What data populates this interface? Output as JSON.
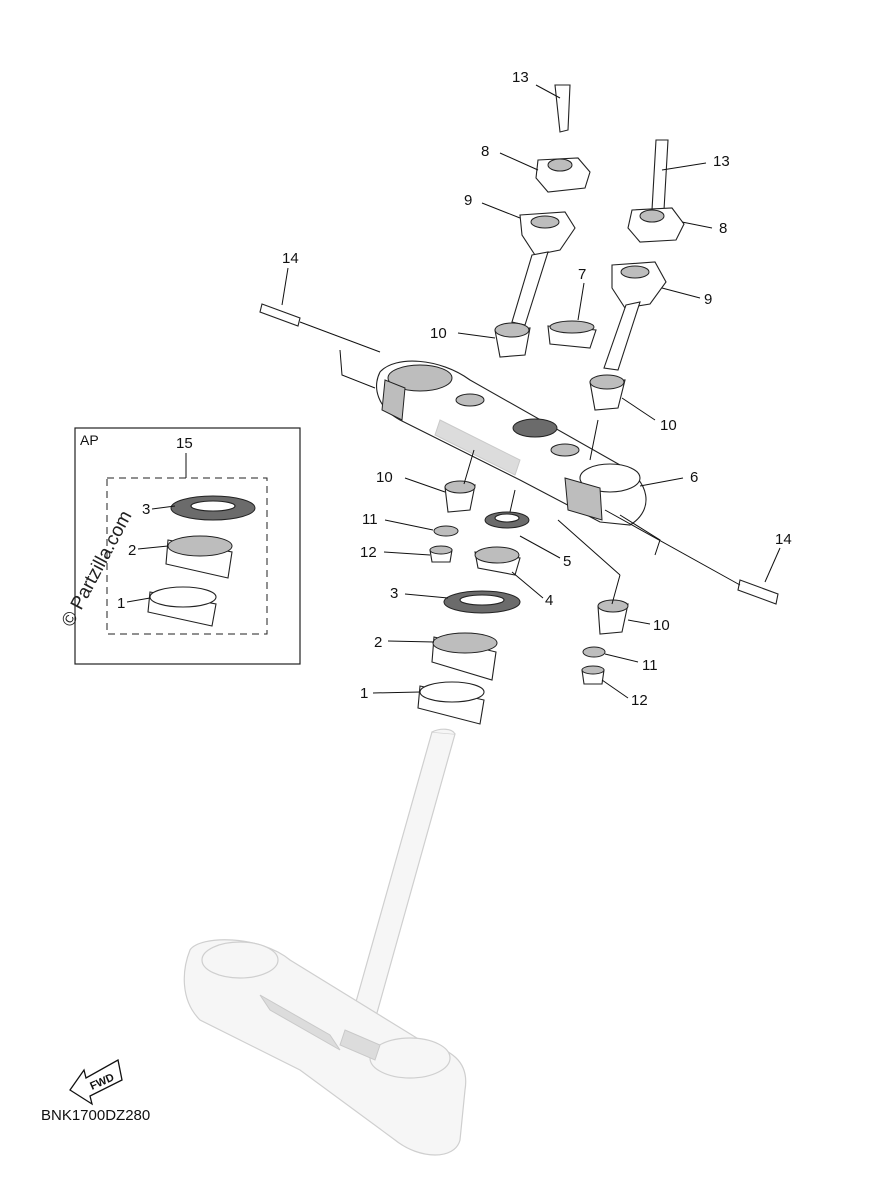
{
  "diagram": {
    "code": "BNK1700DZ280",
    "watermark": "© Partzilla.com",
    "fwd_label": "FWD",
    "inset": {
      "label": "AP",
      "group_callout": "15",
      "callouts": [
        "3",
        "2",
        "1"
      ]
    },
    "callouts": {
      "c13a": "13",
      "c13b": "13",
      "c8a": "8",
      "c8b": "8",
      "c9a": "9",
      "c9b": "9",
      "c14a": "14",
      "c14b": "14",
      "c7": "7",
      "c10a": "10",
      "c10b": "10",
      "c10c": "10",
      "c10d": "10",
      "c6": "6",
      "c5": "5",
      "c4": "4",
      "c3": "3",
      "c2": "2",
      "c1": "1",
      "c11a": "11",
      "c11b": "11",
      "c12a": "12",
      "c12b": "12"
    }
  }
}
